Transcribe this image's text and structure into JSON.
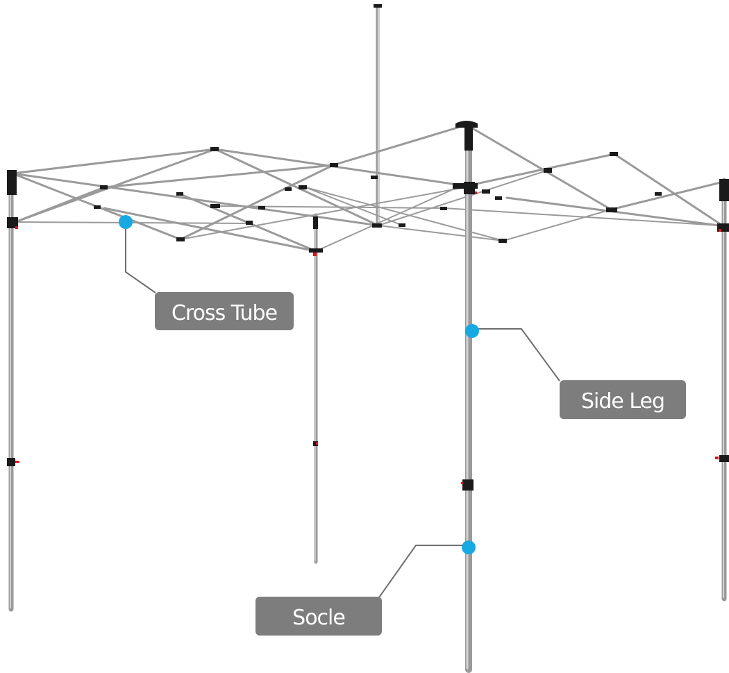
{
  "diagram": {
    "subject": "Pop-up canopy tent frame",
    "callouts": [
      {
        "id": "cross-tube",
        "label": "Cross Tube"
      },
      {
        "id": "side-leg",
        "label": "Side Leg"
      },
      {
        "id": "socle",
        "label": "Socle"
      }
    ],
    "colors": {
      "callout_dot": "#18a9e2",
      "label_background": "#7d7d7d",
      "label_text": "#ffffff",
      "tube": "#9a9a9a",
      "joint": "#1a1a1a",
      "lock_pin": "#e0141e"
    }
  }
}
